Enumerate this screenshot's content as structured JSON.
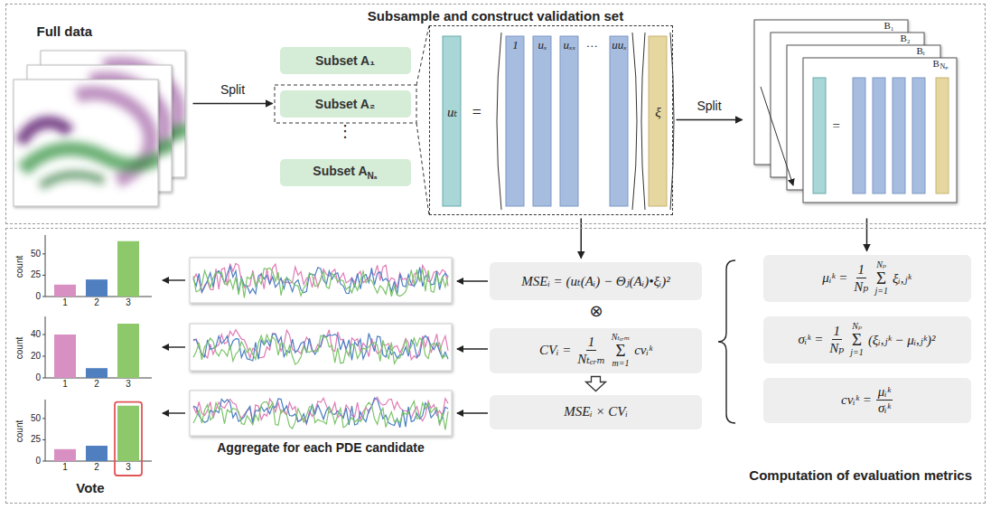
{
  "diagram": {
    "nodes": [
      {
        "text": [
          "Subsample and construct validation set"
        ]
      },
      {
        "text": [
          "Full data"
        ],
        "in": 0
      },
      {
        "text": [
          "Subset A₁"
        ],
        "in": 0
      },
      {
        "text": [
          "Subset A₂"
        ],
        "in": 0
      },
      {
        "text": [
          "Subset A",
          "Nₛ"
        ],
        "in": 0
      },
      {
        "text": [
          "uₜ",
          "=",
          "1",
          "uₓ",
          "uₓₓ",
          "…",
          "uuₓ",
          "ξ"
        ],
        "in": 0
      },
      {
        "text": [
          "B₁",
          "B₂",
          "Bᵢ",
          "B",
          "Nₚ",
          "="
        ],
        "in": 0
      },
      {
        "text": [
          "Computation of evaluation metrics"
        ]
      },
      {
        "text": [
          "MSEᵢ = (uₜ(Aᵢ) − Θⱼ(Aᵢ)•ξᵢ)²"
        ],
        "in": 7
      },
      {
        "text": [
          "CVᵢ =",
          "1",
          "Nₜₑᵣₘ",
          "Σ",
          "Nₜₑᵣₘ",
          "m=1",
          "cvᵢᵏ"
        ],
        "in": 7
      },
      {
        "text": [
          "MSEᵢ × CVᵢ"
        ],
        "in": 7
      },
      {
        "text": [
          "μᵢᵏ =",
          "1",
          "Nₚ",
          "Σ",
          "Nₚ",
          "j=1",
          "ξᵢ,ⱼᵏ"
        ],
        "in": 7
      },
      {
        "text": [
          "σᵢᵏ =",
          "1",
          "Nₚ",
          "Σ",
          "Nₚ",
          "j=1",
          "(ξᵢ,ⱼᵏ − μᵢ,ⱼᵏ)²"
        ],
        "in": 7
      },
      {
        "text": [
          "cvᵢᵏ =",
          "μᵢᵏ",
          "σᵢᵏ"
        ],
        "in": 7
      }
    ],
    "edges": [
      {
        "from": 1,
        "to": 3,
        "label": "Split",
        "arrow": "to"
      },
      {
        "from": 5,
        "to": 6,
        "label": "Split",
        "arrow": "to"
      },
      {
        "from": 5,
        "to": 8,
        "arrow": "to"
      },
      {
        "from": 6,
        "to": 11,
        "arrow": "to"
      },
      {
        "from": 9,
        "to": 10,
        "arrow": "to"
      }
    ],
    "labels": [
      "⋮",
      "⊗",
      "Aggregate for each PDE candidate",
      "Vote",
      "50",
      "25",
      "0",
      "count",
      "1",
      "2",
      "3",
      "40",
      "20",
      "0",
      "count",
      "1",
      "2",
      "3",
      "50",
      "25",
      "0",
      "count",
      "1",
      "2",
      "3"
    ]
  }
}
